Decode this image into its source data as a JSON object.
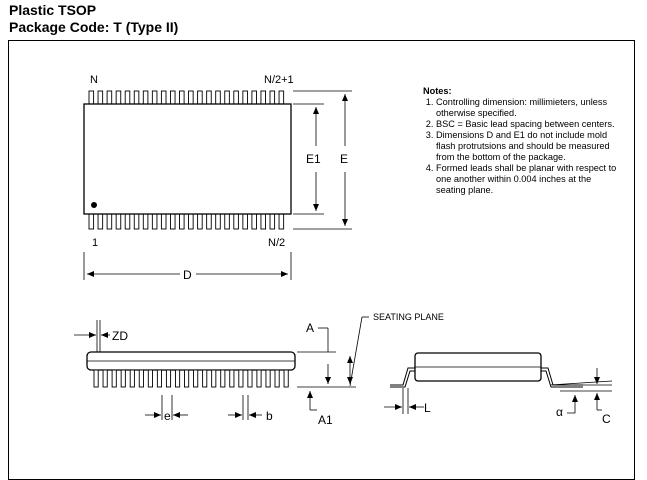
{
  "header": {
    "title": "Plastic TSOP",
    "subtitle": "Package Code: T (Type II)"
  },
  "top_view": {
    "pin_label_n": "N",
    "pin_label_n2plus1": "N/2+1",
    "pin_label_1": "1",
    "pin_label_n2": "N/2",
    "dim_e1": "E1",
    "dim_e": "E",
    "dim_d": "D"
  },
  "side_view": {
    "dim_zd": "ZD",
    "dim_a": "A",
    "dim_a1": "A1",
    "dim_e": "e",
    "dim_b": "b"
  },
  "end_view": {
    "seating_plane": "SEATING PLANE",
    "dim_l": "L",
    "dim_alpha": "α",
    "dim_c": "C"
  },
  "notes": {
    "heading": "Notes:",
    "items": [
      "Controlling dimension: millimieters, unless otherwise specified.",
      "BSC = Basic lead spacing between centers.",
      "Dimensions D and E1 do not include mold flash protrutsions and should be measured from the bottom of the package.",
      "Formed leads shall be planar with respect to one another within 0.004 inches at the seating plane."
    ]
  }
}
